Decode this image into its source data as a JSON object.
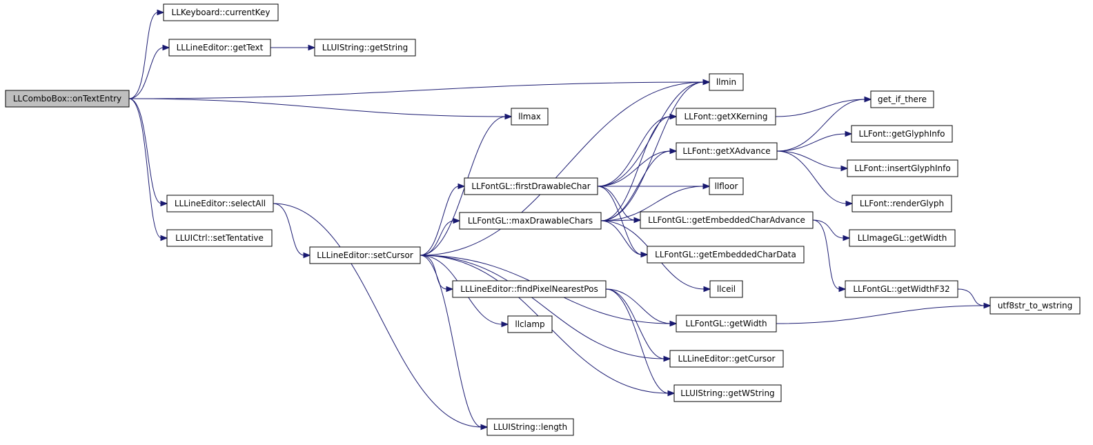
{
  "diagram": {
    "root": "LLComboBox::onTextEntry",
    "nodes": [
      {
        "id": "n0",
        "label": "LLComboBox::onTextEntry",
        "root": true
      },
      {
        "id": "n1",
        "label": "LLKeyboard::currentKey"
      },
      {
        "id": "n2",
        "label": "LLLineEditor::getText"
      },
      {
        "id": "n3",
        "label": "LLUIString::getString"
      },
      {
        "id": "n4",
        "label": "llmin"
      },
      {
        "id": "n5",
        "label": "llmax"
      },
      {
        "id": "n6",
        "label": "LLLineEditor::selectAll"
      },
      {
        "id": "n7",
        "label": "LLUICtrl::setTentative"
      },
      {
        "id": "n8",
        "label": "LLLineEditor::setCursor"
      },
      {
        "id": "n9",
        "label": "LLFontGL::firstDrawableChar"
      },
      {
        "id": "n10",
        "label": "LLFontGL::maxDrawableChars"
      },
      {
        "id": "n11",
        "label": "LLLineEditor::findPixelNearestPos"
      },
      {
        "id": "n12",
        "label": "llclamp"
      },
      {
        "id": "n13",
        "label": "LLUIString::length"
      },
      {
        "id": "n14",
        "label": "LLFont::getXKerning"
      },
      {
        "id": "n15",
        "label": "LLFont::getXAdvance"
      },
      {
        "id": "n16",
        "label": "llfloor"
      },
      {
        "id": "n17",
        "label": "LLFontGL::getEmbeddedCharAdvance"
      },
      {
        "id": "n18",
        "label": "LLFontGL::getEmbeddedCharData"
      },
      {
        "id": "n19",
        "label": "llceil"
      },
      {
        "id": "n20",
        "label": "LLFontGL::getWidth"
      },
      {
        "id": "n21",
        "label": "LLLineEditor::getCursor"
      },
      {
        "id": "n22",
        "label": "LLUIString::getWString"
      },
      {
        "id": "n23",
        "label": "get_if_there"
      },
      {
        "id": "n24",
        "label": "LLFont::getGlyphInfo"
      },
      {
        "id": "n25",
        "label": "LLFont::insertGlyphInfo"
      },
      {
        "id": "n26",
        "label": "LLFont::renderGlyph"
      },
      {
        "id": "n27",
        "label": "LLImageGL::getWidth"
      },
      {
        "id": "n28",
        "label": "LLFontGL::getWidthF32"
      },
      {
        "id": "n29",
        "label": "utf8str_to_wstring"
      }
    ],
    "edges": [
      [
        "n0",
        "n1"
      ],
      [
        "n0",
        "n2"
      ],
      [
        "n0",
        "n4"
      ],
      [
        "n0",
        "n5"
      ],
      [
        "n0",
        "n6"
      ],
      [
        "n0",
        "n7"
      ],
      [
        "n2",
        "n3"
      ],
      [
        "n6",
        "n8"
      ],
      [
        "n6",
        "n13"
      ],
      [
        "n8",
        "n4"
      ],
      [
        "n8",
        "n5"
      ],
      [
        "n8",
        "n9"
      ],
      [
        "n8",
        "n10"
      ],
      [
        "n8",
        "n11"
      ],
      [
        "n8",
        "n12"
      ],
      [
        "n8",
        "n13"
      ],
      [
        "n8",
        "n20"
      ],
      [
        "n8",
        "n21"
      ],
      [
        "n8",
        "n22"
      ],
      [
        "n9",
        "n4"
      ],
      [
        "n9",
        "n14"
      ],
      [
        "n9",
        "n15"
      ],
      [
        "n9",
        "n16"
      ],
      [
        "n9",
        "n17"
      ],
      [
        "n9",
        "n18"
      ],
      [
        "n10",
        "n4"
      ],
      [
        "n10",
        "n14"
      ],
      [
        "n10",
        "n15"
      ],
      [
        "n10",
        "n16"
      ],
      [
        "n10",
        "n17"
      ],
      [
        "n10",
        "n18"
      ],
      [
        "n10",
        "n19"
      ],
      [
        "n11",
        "n20"
      ],
      [
        "n11",
        "n21"
      ],
      [
        "n11",
        "n22"
      ],
      [
        "n14",
        "n23"
      ],
      [
        "n15",
        "n23"
      ],
      [
        "n15",
        "n24"
      ],
      [
        "n15",
        "n25"
      ],
      [
        "n15",
        "n26"
      ],
      [
        "n17",
        "n27"
      ],
      [
        "n17",
        "n28"
      ],
      [
        "n28",
        "n29"
      ],
      [
        "n20",
        "n29"
      ]
    ]
  }
}
